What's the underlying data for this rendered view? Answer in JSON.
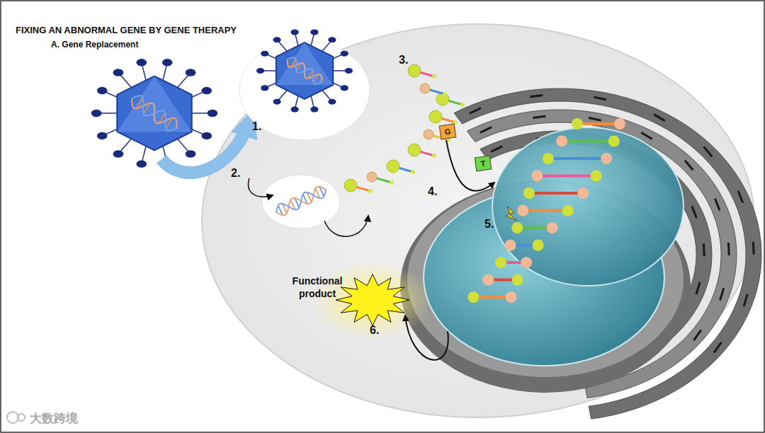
{
  "diagram": {
    "title": "FIXING AN ABNORMAL GENE BY GENE THERAPY",
    "nodes": [
      {
        "text": [
          "G"
        ]
      },
      {
        "text": [
          "T"
        ]
      },
      {
        "text": [
          "Functional product"
        ]
      }
    ],
    "labels": [
      "A. Gene Replacement",
      "1.",
      "2.",
      "3.",
      "4.",
      "5.",
      "6.",
      "大数跨境"
    ]
  }
}
